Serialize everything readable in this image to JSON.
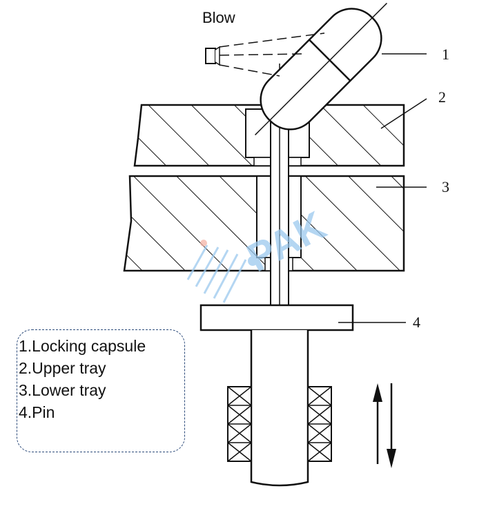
{
  "title": "Blow",
  "callouts": [
    "1",
    "2",
    "3",
    "4"
  ],
  "legend": [
    "1.Locking capsule",
    "2.Upper tray",
    "3.Lower tray",
    "4.Pin"
  ],
  "watermark": "PAK",
  "colors": {
    "line": "#111111",
    "watermark": "#9cc9ee",
    "legend_border": "#2b4a7a"
  }
}
